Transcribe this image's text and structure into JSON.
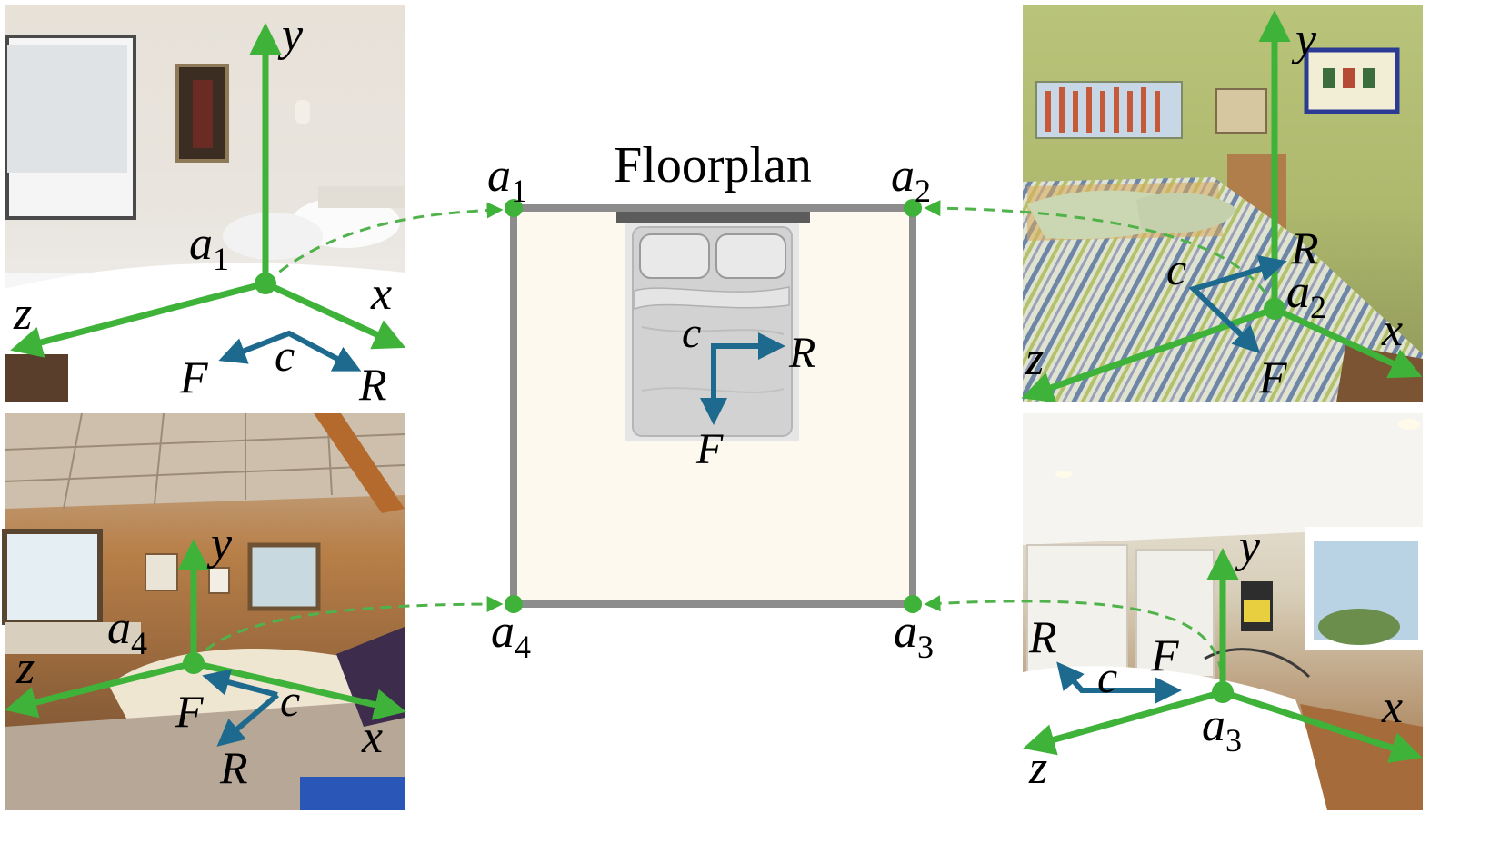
{
  "title": "Floorplan",
  "colors": {
    "axis": "#3fb23a",
    "frame": "#1e6a8e",
    "room_border": "#8c8c8c",
    "room_fill": "#fdf9ee",
    "dashed": "#4fb24a"
  },
  "labels": {
    "x": "x",
    "y": "y",
    "z": "z",
    "a": "a",
    "c": "c",
    "F": "F",
    "R": "R",
    "sub1": "1",
    "sub2": "2",
    "sub3": "3",
    "sub4": "4"
  },
  "photos": [
    {
      "id": "photo-top-left",
      "scene": "white bedroom with window"
    },
    {
      "id": "photo-top-right",
      "scene": "green bedroom with striped bedspread"
    },
    {
      "id": "photo-bottom-left",
      "scene": "wood-paneled bedroom"
    },
    {
      "id": "photo-bottom-right",
      "scene": "beige bedroom with window"
    }
  ],
  "icons": [
    "bed-icon"
  ]
}
